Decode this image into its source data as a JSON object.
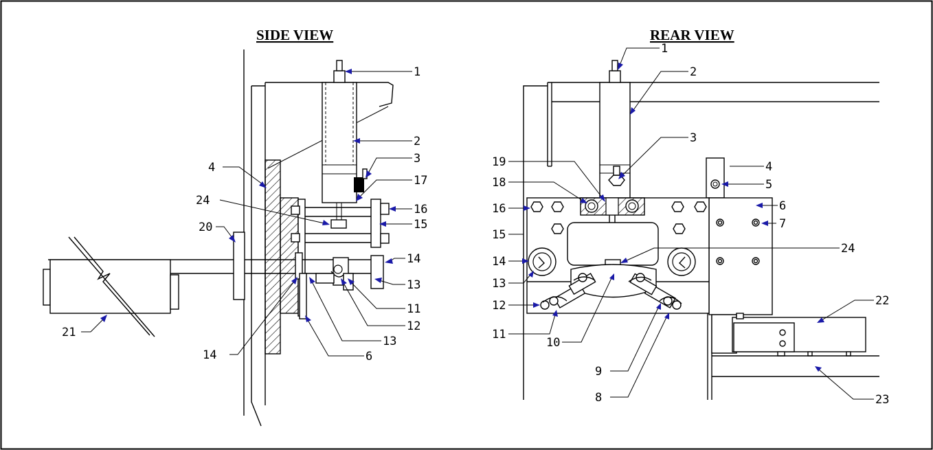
{
  "views": {
    "side": {
      "title": "SIDE VIEW"
    },
    "rear": {
      "title": "REAR VIEW"
    }
  },
  "side_callouts": [
    "1",
    "2",
    "3",
    "17",
    "16",
    "15",
    "14",
    "13",
    "11",
    "12",
    "13",
    "6",
    "14",
    "24",
    "4",
    "20",
    "21"
  ],
  "rear_callouts": [
    "1",
    "2",
    "3",
    "4",
    "5",
    "6",
    "7",
    "19",
    "18",
    "16",
    "15",
    "14",
    "24",
    "13",
    "12",
    "11",
    "10",
    "9",
    "8",
    "22",
    "23"
  ]
}
